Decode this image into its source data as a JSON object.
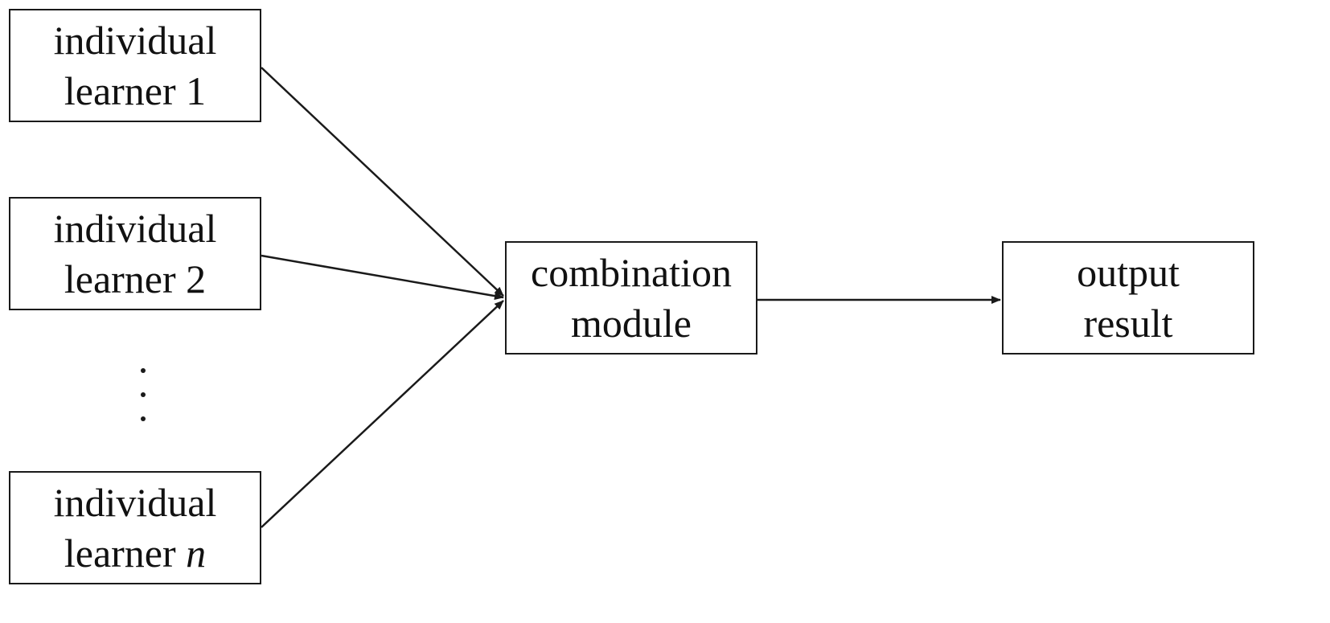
{
  "nodes": {
    "learner_1": {
      "line1": "individual",
      "line2_text": "learner",
      "line2_index": "1"
    },
    "learner_2": {
      "line1": "individual",
      "line2_text": "learner",
      "line2_index": "2"
    },
    "learner_n": {
      "line1": "individual",
      "line2_text": "learner",
      "line2_index": "n"
    },
    "combination": {
      "line1": "combination",
      "line2": "module"
    },
    "output": {
      "line1": "output",
      "line2": "result"
    }
  },
  "edges": [
    {
      "from": "learner_1",
      "to": "combination"
    },
    {
      "from": "learner_2",
      "to": "combination"
    },
    {
      "from": "learner_n",
      "to": "combination"
    },
    {
      "from": "combination",
      "to": "output"
    }
  ],
  "ellipsis": "vertical-dots",
  "colors": {
    "stroke": "#1a1a1a",
    "background": "#ffffff",
    "text": "#111111"
  }
}
